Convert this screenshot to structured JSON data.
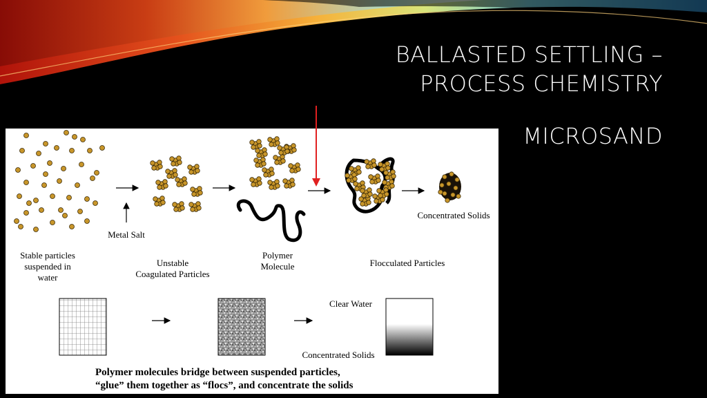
{
  "title": {
    "line1": "BALLASTED SETTLING –",
    "line2": "PROCESS CHEMISTRY"
  },
  "subtitle": "MICROSAND",
  "diagram": {
    "labels": {
      "stable_particles": [
        "Stable particles",
        "suspended in",
        "water"
      ],
      "metal_salt": "Metal Salt",
      "unstable_particles": [
        "Unstable",
        "Coagulated Particles"
      ],
      "polymer_molecule": [
        "Polymer",
        "Molecule"
      ],
      "flocculated_particles": "Flocculated Particles",
      "concentrated_solids_top": "Concentrated Solids",
      "clear_water": "Clear Water",
      "concentrated_solids_bottom": "Concentrated Solids"
    },
    "caption": {
      "line1": "Polymer molecules bridge between suspended particles,",
      "line2": "“glue” them together as “flocs”, and concentrate the solids"
    },
    "particle_color": "#c8962a",
    "arrow_color": "#e02020"
  }
}
